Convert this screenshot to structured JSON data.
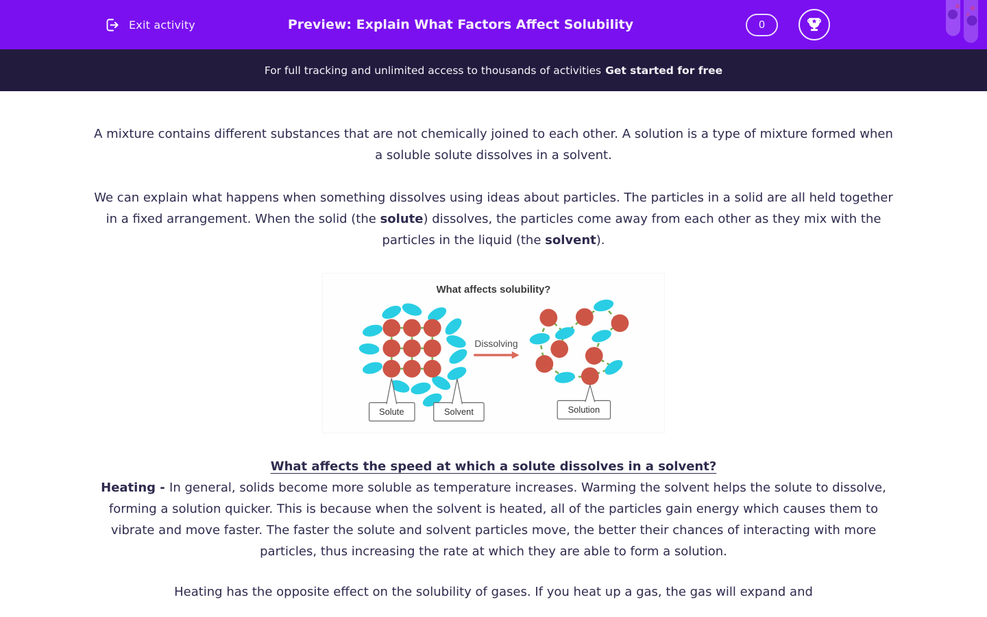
{
  "header": {
    "exit_label": "Exit activity",
    "title": "Preview: Explain What Factors Affect Solubility",
    "score": "0"
  },
  "banner": {
    "text": "For full tracking and unlimited access to thousands of activities",
    "cta": "Get started for free"
  },
  "content": {
    "para1": "A mixture contains different substances that are not chemically joined to each other. A solution is a type of mixture formed when a soluble solute dissolves in a solvent.",
    "para2": {
      "s1": "We can explain what happens when something dissolves using ideas about particles. The particles in a solid are all held together in a fixed arrangement. When the solid (the ",
      "b1": "solute",
      "s2": ") dissolves, the particles come away from each other as they mix with the particles in the liquid (the ",
      "b2": "solvent",
      "s3": ")."
    },
    "heading": "What affects the speed at which a solute dissolves in a solvent?",
    "heating": {
      "b": "Heating - ",
      "s": "In general, solids become more soluble as temperature increases. Warming the solvent helps the solute to dissolve, forming a solution quicker. This is because when the solvent is heated, all of the particles gain energy which causes them to vibrate and move faster. The faster the solute and solvent particles move, the better their chances of interacting with more particles, thus increasing the rate at which they are able to form a solution."
    },
    "para4": "Heating has the opposite effect on the solubility of gases. If you heat up a gas, the gas will expand and"
  },
  "diagram": {
    "title": "What affects solubility?",
    "arrow_label": "Dissolving",
    "solute_label": "Solute",
    "solvent_label": "Solvent",
    "solution_label": "Solution",
    "colors": {
      "solute_red": "#CD5546",
      "solvent_cyan": "#29CEE4",
      "bond_green": "#79AE52",
      "arrow_red": "#D96A5B"
    }
  },
  "colors": {
    "header_purple": "#7A10F0",
    "banner_navy": "#221B3E",
    "body_text": "#2E2B4E"
  }
}
